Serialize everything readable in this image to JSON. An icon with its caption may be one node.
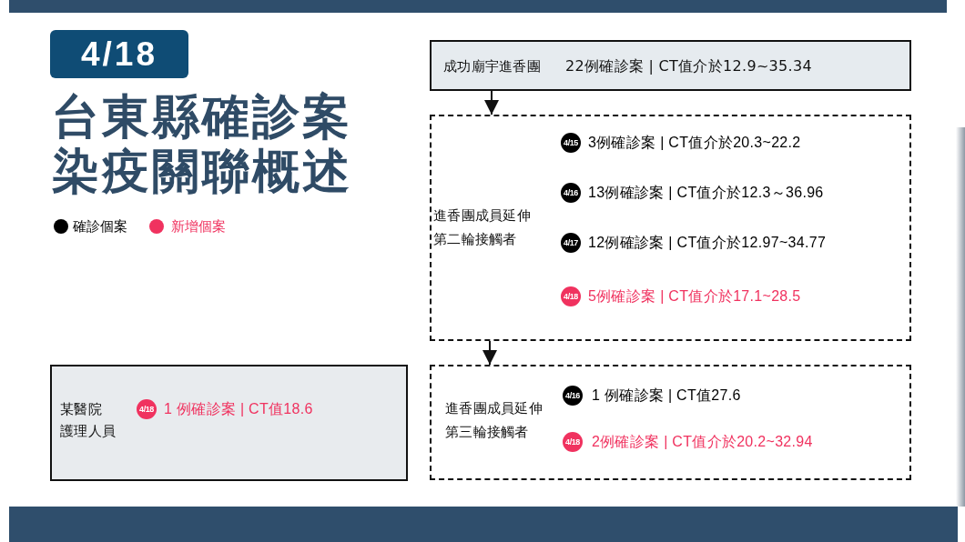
{
  "diagram": {
    "title": "台東縣確診案染疫關聯概述",
    "nodes": [
      {
        "text": [
          "4/18"
        ]
      },
      {
        "text": [
          "成功廟宇進香團",
          "22例確診案 | CT值介於12.9~35.34"
        ]
      },
      {
        "text": [
          "進香團成員延伸第二輪接觸者"
        ]
      },
      {
        "text": [
          "4/15"
        ],
        "in": 2,
        "beside": [
          "3例確診案 | CT值介於20.3~22.2"
        ]
      },
      {
        "text": [
          "4/16"
        ],
        "in": 2,
        "beside": [
          "13例確診案 | CT值介於12.3～36.96"
        ]
      },
      {
        "text": [
          "4/17"
        ],
        "in": 2,
        "beside": [
          "12例確診案 | CT值介於12.97~34.77"
        ]
      },
      {
        "text": [
          "4/18"
        ],
        "in": 2,
        "beside": [
          "5例確診案 | CT值介於17.1~28.5"
        ]
      },
      {
        "text": [
          "某醫院護理人員"
        ]
      },
      {
        "text": [
          "4/18"
        ],
        "in": 7,
        "beside": [
          "1 例確診案 | CT值18.6"
        ]
      },
      {
        "text": [
          "進香團成員延伸第三輪接觸者"
        ]
      },
      {
        "text": [
          "4/16"
        ],
        "in": 9,
        "beside": [
          "1 例確診案 | CT值27.6"
        ]
      },
      {
        "text": [
          "4/18"
        ],
        "in": 9,
        "beside": [
          "2例確診案 | CT值介於20.2~32.94"
        ]
      }
    ],
    "edges": [
      {
        "from": 1,
        "to": 2,
        "arrow": "to"
      },
      {
        "from": 2,
        "to": 9,
        "arrow": "to"
      }
    ],
    "legend": [
      {
        "text": "確診個案",
        "color": "#000000"
      },
      {
        "text": "新增個案",
        "color": "#f0325f"
      }
    ]
  }
}
